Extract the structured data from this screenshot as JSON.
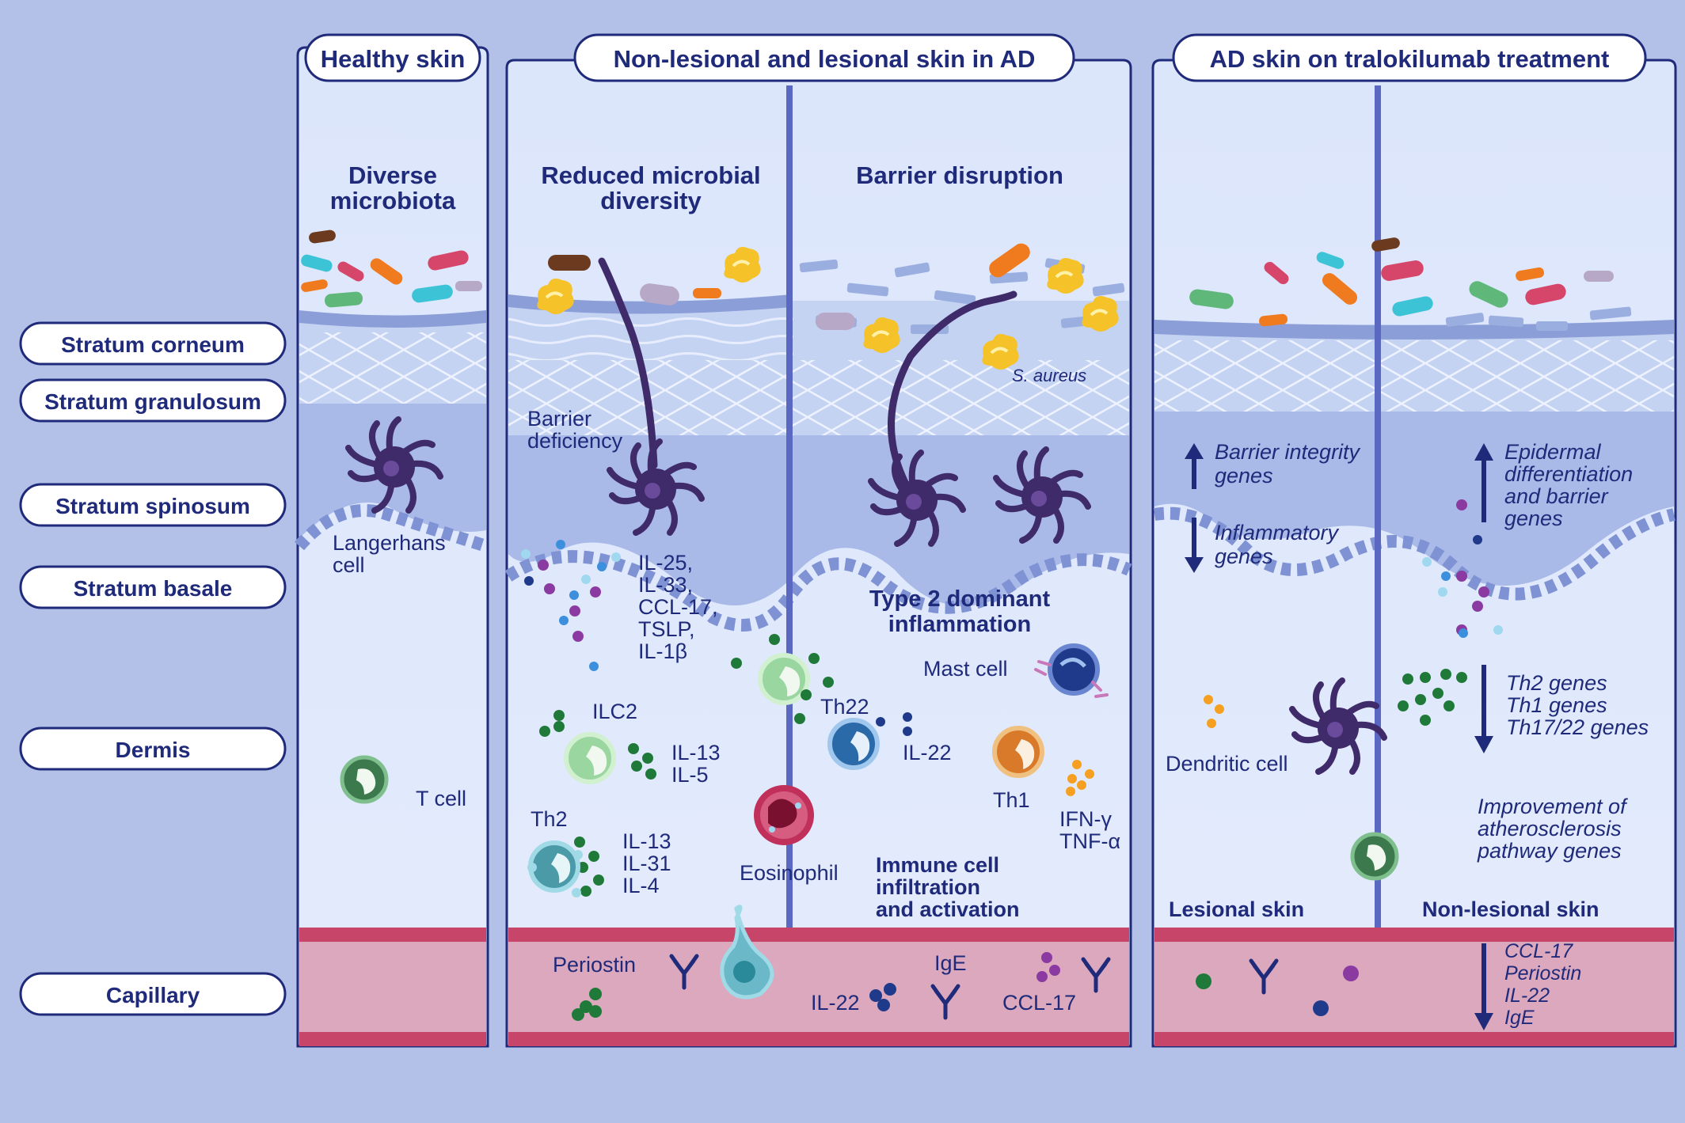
{
  "panels": {
    "healthy": {
      "title": "Healthy skin",
      "heading": [
        "Diverse",
        "microbiota"
      ]
    },
    "ad": {
      "title": "Non-lesional and lesional skin in AD",
      "heading_left": [
        "Reduced microbial",
        "diversity"
      ],
      "heading_right": "Barrier disruption"
    },
    "treatment": {
      "title": "AD skin on tralokilumab treatment"
    }
  },
  "layers": [
    "Stratum corneum",
    "Stratum granulosum",
    "Stratum spinosum",
    "Stratum basale",
    "Dermis",
    "Capillary"
  ],
  "healthy_labels": {
    "langerhans": [
      "Langerhans",
      "cell"
    ],
    "tcell": "T cell"
  },
  "ad_left_labels": {
    "barrier": [
      "Barrier",
      "deficiency"
    ],
    "cytokines": [
      "IL-25,",
      "IL-33,",
      "CCL-17,",
      "TSLP,",
      "IL-1β"
    ],
    "ilc2": "ILC2",
    "ilc2_cytokines": [
      "IL-13",
      "IL-5"
    ],
    "th2": "Th2",
    "th2_cytokines": [
      "IL-13",
      "IL-31",
      "IL-4"
    ],
    "eosinophil": "Eosinophil",
    "periostin": "Periostin"
  },
  "ad_right_labels": {
    "saureus": "S. aureus",
    "type2": [
      "Type 2 dominant",
      "inflammation"
    ],
    "mast": "Mast cell",
    "th22": "Th22",
    "il22": "IL-22",
    "th1": "Th1",
    "th1_cytokines": [
      "IFN-γ",
      "TNF-α"
    ],
    "immune": [
      "Immune cell",
      "infiltration",
      "and activation"
    ],
    "ige": "IgE",
    "cap_il22": "IL-22",
    "ccl17": "CCL-17"
  },
  "treatment_labels": {
    "barrier_integrity": [
      "Barrier integrity",
      "genes"
    ],
    "inflammatory": [
      "Inflammatory",
      "genes"
    ],
    "epidermal": [
      "Epidermal",
      "differentiation",
      "and barrier",
      "genes"
    ],
    "dendritic": "Dendritic cell",
    "th_genes": [
      "Th2 genes",
      "Th1 genes",
      "Th17/22 genes"
    ],
    "athero": [
      "Improvement of",
      "atherosclerosis",
      "pathway genes"
    ],
    "lesional": "Lesional skin",
    "nonlesional": "Non-lesional skin",
    "cap_markers": [
      "CCL-17",
      "Periostin",
      "IL-22",
      "IgE"
    ]
  },
  "colors": {
    "background": "#b3c1e8",
    "text": "#1f2a7a",
    "capillary": "#dba8be",
    "vessel_edge": "#c8456a",
    "langerhans": "#3f2a6a"
  }
}
